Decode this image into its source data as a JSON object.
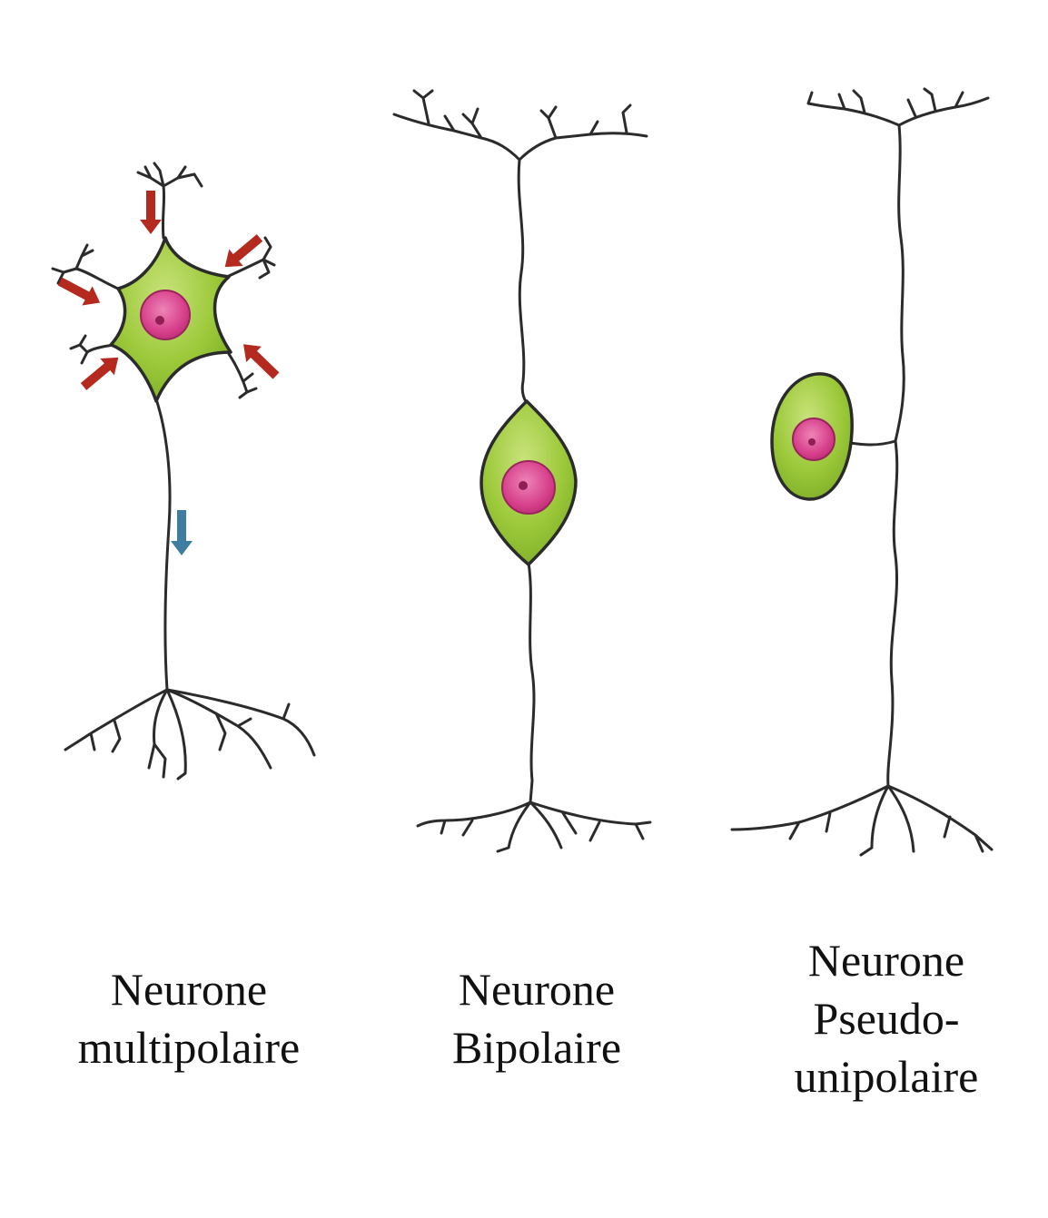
{
  "neurons": [
    {
      "id": "multipolar",
      "label_lines": [
        "Neurone",
        "multipolaire"
      ]
    },
    {
      "id": "bipolar",
      "label_lines": [
        "Neurone",
        "Bipolaire"
      ]
    },
    {
      "id": "pseudo-unipolar",
      "label_lines": [
        "Neurone",
        "Pseudo-",
        "unipolaire"
      ]
    }
  ],
  "colors": {
    "cell_body": "#9cc93a",
    "cell_body_highlight": "#c8e27a",
    "nucleus": "#d63f8a",
    "nucleus_highlight": "#ee84b8",
    "nucleolus": "#8f1f55",
    "process_line": "#2b2b2b",
    "input_arrow": "#b52a1f",
    "output_arrow": "#3f7ea0"
  }
}
